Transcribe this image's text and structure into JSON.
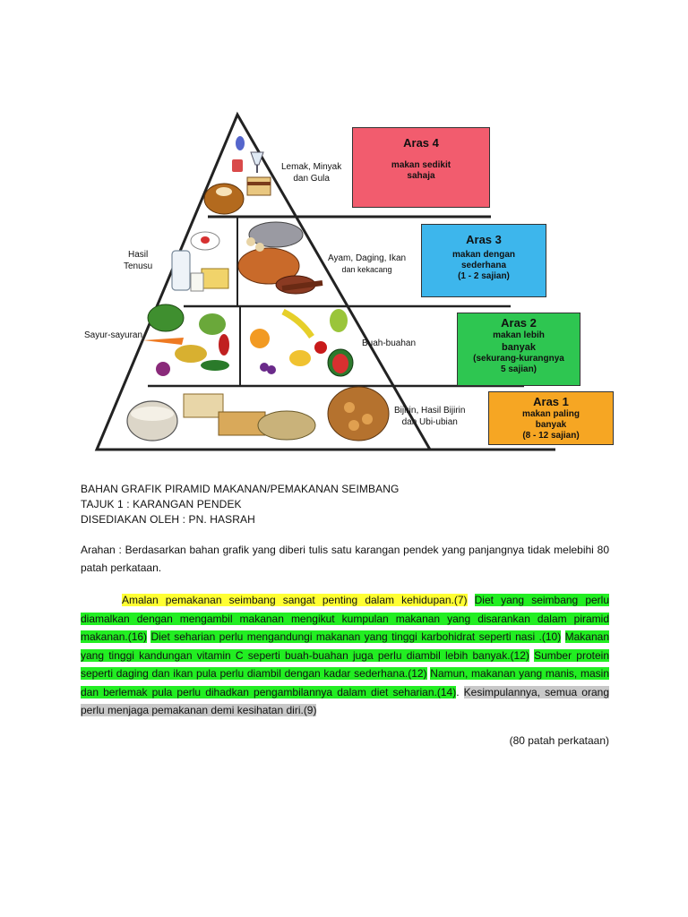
{
  "pyramid": {
    "labels": {
      "fats": [
        "Lemak, Minyak",
        "dan Gula"
      ],
      "dairy": [
        "Hasil",
        "Tenusu"
      ],
      "protein": [
        "Ayam, Daging, Ikan",
        "dan kekacang"
      ],
      "veg": "Sayur-sayuran",
      "fruit": "Buah-buahan",
      "grains": [
        "Bijirin, Hasil Bijirin",
        "dan Ubi-ubian"
      ]
    },
    "levels": [
      {
        "title": "Aras 4",
        "desc": [
          "makan sedikit",
          "sahaja"
        ],
        "color": "#f25c6e"
      },
      {
        "title": "Aras 3",
        "desc": [
          "makan dengan",
          "sederhana",
          "(1 - 2 sajian)"
        ],
        "color": "#3db6ec"
      },
      {
        "title": "Aras 2",
        "desc": [
          "makan lebih",
          "banyak",
          "(sekurang-kurangnya",
          "5 sajian)"
        ],
        "color": "#2ec651"
      },
      {
        "title": "Aras 1",
        "desc": [
          "makan paling",
          "banyak",
          "(8 - 12 sajian)"
        ],
        "color": "#f6a623"
      }
    ]
  },
  "header": {
    "line1": "BAHAN GRAFIK PIRAMID MAKANAN/PEMAKANAN SEIMBANG",
    "line2": "TAJUK 1 : KARANGAN PENDEK",
    "line3": "DISEDIAKAN OLEH  : PN. HASRAH"
  },
  "instruction": "Arahan : Berdasarkan bahan grafik yang diberi tulis satu karangan pendek yang panjangnya tidak melebihi 80  patah perkataan.",
  "essay": {
    "s1": "Amalan pemakanan seimbang sangat penting dalam kehidupan.(7)",
    "s2": "Diet yang seimbang perlu diamalkan dengan mengambil makanan mengikut kumpulan makanan yang disarankan dalam piramid makanan.(16)",
    "s3": "Diet seharian perlu mengandungi makanan yang tinggi karbohidrat seperti nasi .(10)",
    "s4": "Makanan yang tinggi kandungan vitamin C seperti buah-buahan juga perlu diambil lebih banyak.(12)",
    "s5": "Sumber protein seperti daging dan ikan pula perlu diambil dengan kadar sederhana.(12)",
    "s6": "Namun, makanan yang manis, masin dan berlemak pula perlu dihadkan pengambilannya dalam diet seharian.(14)",
    "sep": ".",
    "s7": "Kesimpulannya, semua orang perlu menjaga pemakanan demi kesihatan diri.(9)"
  },
  "word_count": "(80 patah perkataan)"
}
